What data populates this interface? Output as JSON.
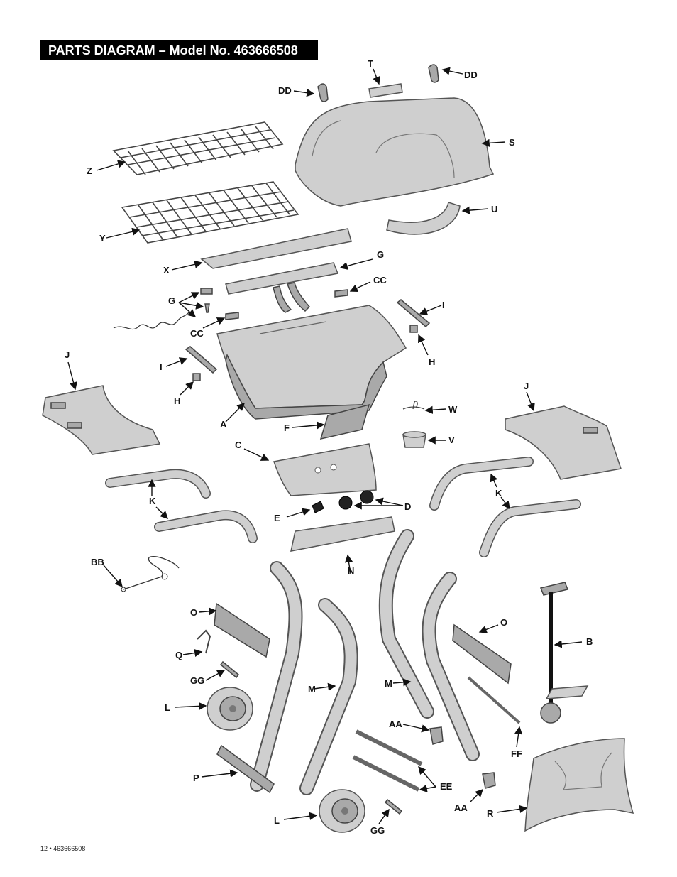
{
  "title": "PARTS DIAGRAM – Model No. 463666508",
  "footer": "12 • 463666508",
  "labels": {
    "T": "T",
    "DD": "DD",
    "S": "S",
    "Z": "Z",
    "U": "U",
    "Y": "Y",
    "X": "X",
    "G": "G",
    "CC": "CC",
    "I": "I",
    "J": "J",
    "H": "H",
    "A": "A",
    "W": "W",
    "F": "F",
    "V": "V",
    "C": "C",
    "K": "K",
    "D": "D",
    "E": "E",
    "N": "N",
    "BB": "BB",
    "O": "O",
    "B": "B",
    "Q": "Q",
    "GG": "GG",
    "M": "M",
    "L": "L",
    "AA": "AA",
    "FF": "FF",
    "P": "P",
    "EE": "EE",
    "R": "R"
  }
}
